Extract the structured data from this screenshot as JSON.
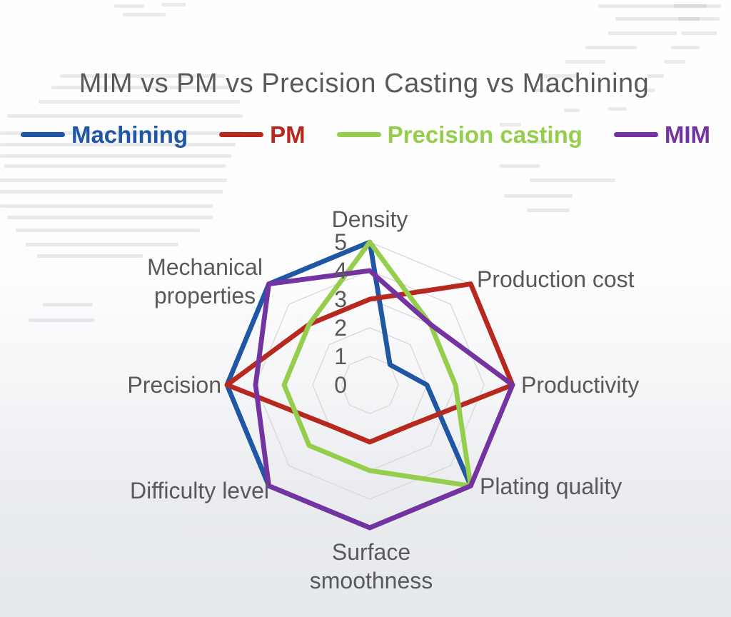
{
  "header": {
    "title": "MIM vs PM vs Precision Casting vs Machining"
  },
  "legend": {
    "items": [
      {
        "label": "Machining",
        "color": "#1F57A4"
      },
      {
        "label": "PM",
        "color": "#B7281F"
      },
      {
        "label": "Precision casting",
        "color": "#95CD4D"
      },
      {
        "label": "MIM",
        "color": "#7433A0"
      }
    ]
  },
  "chart_data": {
    "type": "radar",
    "title": "MIM vs PM vs Precision Casting vs Machining",
    "categories": [
      "Density",
      "Production cost",
      "Productivity",
      "Plating quality",
      "Surface smoothness",
      "Difficulty level",
      "Precision",
      "Mechanical properties"
    ],
    "axis_range": [
      0,
      5
    ],
    "ticks": [
      0,
      1,
      2,
      3,
      4,
      5
    ],
    "grid": "concentric-octagons",
    "legend_position": "top",
    "series": [
      {
        "name": "Machining",
        "color": "#1F57A4",
        "values": [
          5,
          1,
          2,
          5,
          5,
          5,
          5,
          5
        ]
      },
      {
        "name": "PM",
        "color": "#B7281F",
        "values": [
          3,
          5,
          5,
          2,
          2,
          2,
          5,
          3
        ]
      },
      {
        "name": "Precision casting",
        "color": "#95CD4D",
        "values": [
          5,
          3,
          3,
          5,
          3,
          3,
          3,
          3
        ]
      },
      {
        "name": "MIM",
        "color": "#7433A0",
        "values": [
          4,
          3,
          5,
          5,
          5,
          5,
          4,
          5
        ]
      }
    ]
  }
}
